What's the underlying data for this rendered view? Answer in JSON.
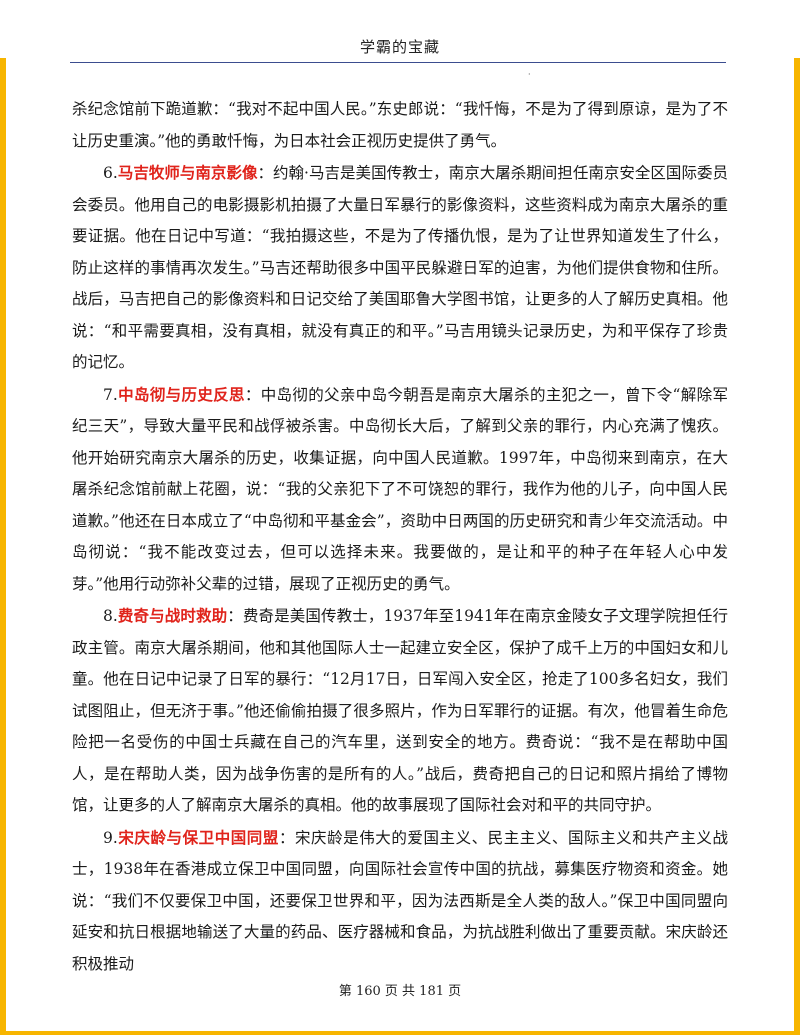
{
  "header": {
    "title": "学霸的宝藏"
  },
  "paragraphs": [
    {
      "heading": "",
      "text": "杀纪念馆前下跪道歉：“我对不起中国人民。”东史郎说：“我忏悔，不是为了得到原谅，是为了不让历史重演。”他的勇敢忏悔，为日本社会正视历史提供了勇气。"
    },
    {
      "number": "6.",
      "heading": "马吉牧师与南京影像",
      "text": "：约翰·马吉是美国传教士，南京大屠杀期间担任南京安全区国际委员会委员。他用自己的电影摄影机拍摄了大量日军暴行的影像资料，这些资料成为南京大屠杀的重要证据。他在日记中写道：“我拍摄这些，不是为了传播仇恨，是为了让世界知道发生了什么，防止这样的事情再次发生。”马吉还帮助很多中国平民躲避日军的迫害，为他们提供食物和住所。战后，马吉把自己的影像资料和日记交给了美国耶鲁大学图书馆，让更多的人了解历史真相。他说：“和平需要真相，没有真相，就没有真正的和平。”马吉用镜头记录历史，为和平保存了珍贵的记忆。"
    },
    {
      "number": "7.",
      "heading": "中岛彻与历史反思",
      "text": "：中岛彻的父亲中岛今朝吾是南京大屠杀的主犯之一，曾下令“解除军纪三天”，导致大量平民和战俘被杀害。中岛彻长大后，了解到父亲的罪行，内心充满了愧疚。他开始研究南京大屠杀的历史，收集证据，向中国人民道歉。1997年，中岛彻来到南京，在大屠杀纪念馆前献上花圈，说：“我的父亲犯下了不可饶恕的罪行，我作为他的儿子，向中国人民道歉。”他还在日本成立了“中岛彻和平基金会”，资助中日两国的历史研究和青少年交流活动。中岛彻说：“我不能改变过去，但可以选择未来。我要做的，是让和平的种子在年轻人心中发芽。”他用行动弥补父辈的过错，展现了正视历史的勇气。"
    },
    {
      "number": "8.",
      "heading": "费奇与战时救助",
      "text": "：费奇是美国传教士，1937年至1941年在南京金陵女子文理学院担任行政主管。南京大屠杀期间，他和其他国际人士一起建立安全区，保护了成千上万的中国妇女和儿童。他在日记中记录了日军的暴行：“12月17日，日军闯入安全区，抢走了100多名妇女，我们试图阻止，但无济于事。”他还偷偷拍摄了很多照片，作为日军罪行的证据。有次，他冒着生命危险把一名受伤的中国士兵藏在自己的汽车里，送到安全的地方。费奇说：“我不是在帮助中国人，是在帮助人类，因为战争伤害的是所有的人。”战后，费奇把自己的日记和照片捐给了博物馆，让更多的人了解南京大屠杀的真相。他的故事展现了国际社会对和平的共同守护。"
    },
    {
      "number": "9.",
      "heading": "宋庆龄与保卫中国同盟",
      "text": "：宋庆龄是伟大的爱国主义、民主主义、国际主义和共产主义战士，1938年在香港成立保卫中国同盟，向国际社会宣传中国的抗战，募集医疗物资和资金。她说：“我们不仅要保卫中国，还要保卫世界和平，因为法西斯是全人类的敌人。”保卫中国同盟向延安和抗日根据地输送了大量的药品、医疗器械和食品，为抗战胜利做出了重要贡献。宋庆龄还积极推动"
    }
  ],
  "footer": {
    "page_text": "第 160 页 共 181 页"
  }
}
